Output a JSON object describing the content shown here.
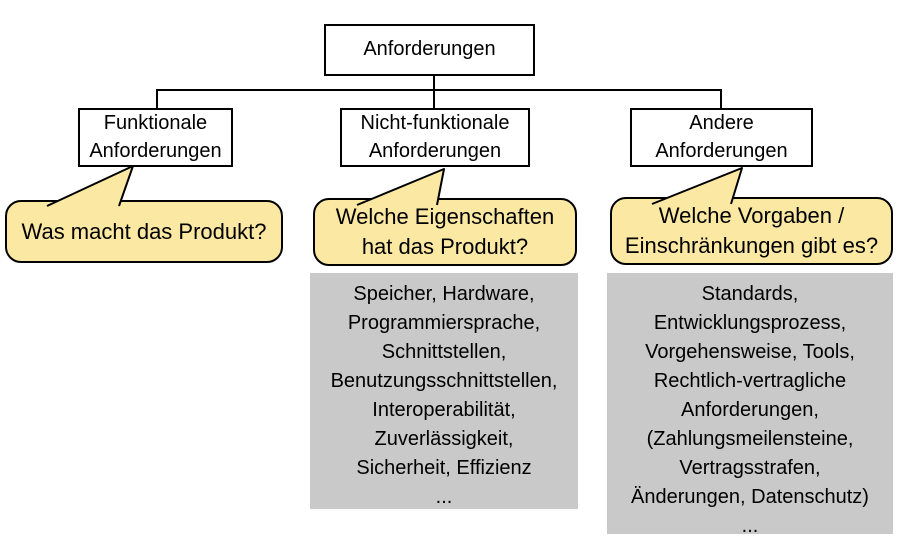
{
  "colors": {
    "bubble_fill": "#FBE8A2",
    "panel_fill": "#C9C9C9",
    "line_color": "#000000",
    "box_fill": "#FFFFFF",
    "text_color": "#000000"
  },
  "tree": {
    "root_label": "Anforderungen",
    "children": [
      {
        "label": "Funktionale\nAnforderungen"
      },
      {
        "label": "Nicht-funktionale\nAnforderungen"
      },
      {
        "label": "Andere\nAnforderungen"
      }
    ]
  },
  "bubbles": [
    {
      "text": "Was macht das Produkt?"
    },
    {
      "text": "Welche Eigenschaften\nhat das Produkt?"
    },
    {
      "text": "Welche Vorgaben /\nEinschränkungen gibt es?"
    }
  ],
  "panels": [
    {
      "lines": [
        "Speicher, Hardware,",
        "Programmiersprache,",
        "Schnittstellen,",
        "Benutzungsschnittstellen,",
        "Interoperabilität,",
        "Zuverlässigkeit,",
        "Sicherheit, Effizienz",
        "..."
      ]
    },
    {
      "lines": [
        "Standards,",
        "Entwicklungsprozess,",
        "Vorgehensweise, Tools,",
        "Rechtlich-vertragliche",
        "Anforderungen,",
        "(Zahlungsmeilensteine,",
        "Vertragsstrafen,",
        "Änderungen, Datenschutz)",
        "..."
      ]
    }
  ]
}
